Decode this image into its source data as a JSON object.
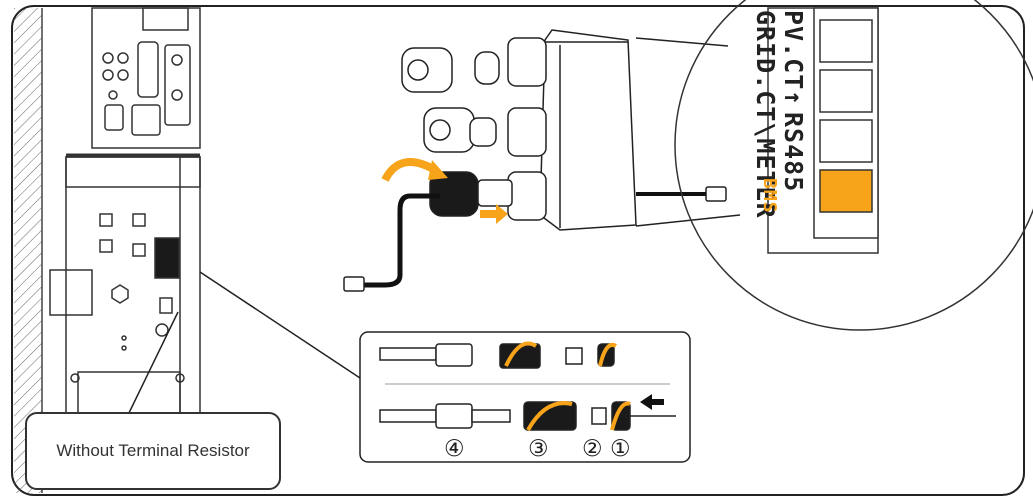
{
  "callout": {
    "label": "Without Terminal Resistor"
  },
  "steps": {
    "four": "④",
    "three": "③",
    "two": "②",
    "one": "①"
  },
  "ports": {
    "pv_ct": "PV.CT",
    "arrow": "↑",
    "rs485": "RS485",
    "grid_ct_meter": "GRID.CT\\METER",
    "bms": "BMS"
  },
  "colors": {
    "accent": "#f7a41a",
    "line": "#222222",
    "dark": "#1a1a1a",
    "panel_fill": "#ffffff"
  },
  "icons": [
    "inverter-icon",
    "junction-box-icon",
    "cable-gland-icon",
    "rj45-plug-icon",
    "rotate-arrow-icon",
    "push-arrow-icon",
    "ethernet-port-icon"
  ]
}
